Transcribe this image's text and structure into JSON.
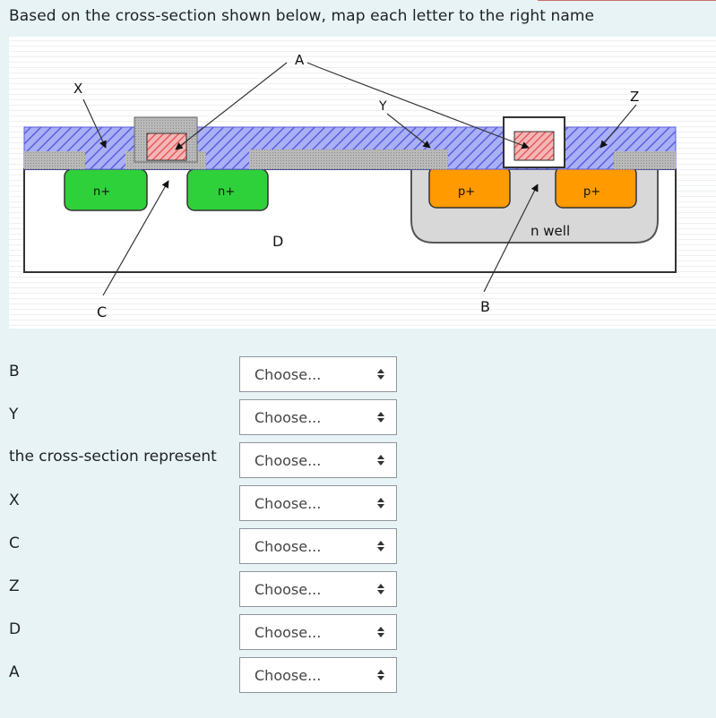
{
  "question": {
    "prompt": "Based on the cross-section shown below, map each letter to the right name"
  },
  "figure": {
    "labels": {
      "A": "A",
      "X": "X",
      "Y": "Y",
      "Z": "Z",
      "C": "C",
      "B": "B",
      "D": "D",
      "n_plus_left": "n+",
      "n_plus_right": "n+",
      "p_plus_left": "p+",
      "p_plus_right": "p+",
      "n_well": "n well"
    },
    "colors": {
      "oxide_hatch": "#7d7cf0",
      "n_diffusion": "#2fd13a",
      "p_diffusion": "#ff9a00",
      "n_well": "#d8d8d8",
      "gate_red": "#e34b4b"
    }
  },
  "rows": [
    {
      "label": "B",
      "select_value": "Choose..."
    },
    {
      "label": "Y",
      "select_value": "Choose..."
    },
    {
      "label": "the cross-section represent",
      "select_value": "Choose..."
    },
    {
      "label": "X",
      "select_value": "Choose..."
    },
    {
      "label": "C",
      "select_value": "Choose..."
    },
    {
      "label": "Z",
      "select_value": "Choose..."
    },
    {
      "label": "D",
      "select_value": "Choose..."
    },
    {
      "label": "A",
      "select_value": "Choose..."
    }
  ],
  "icons": {
    "select_arrow": "up-down-arrow-icon"
  }
}
